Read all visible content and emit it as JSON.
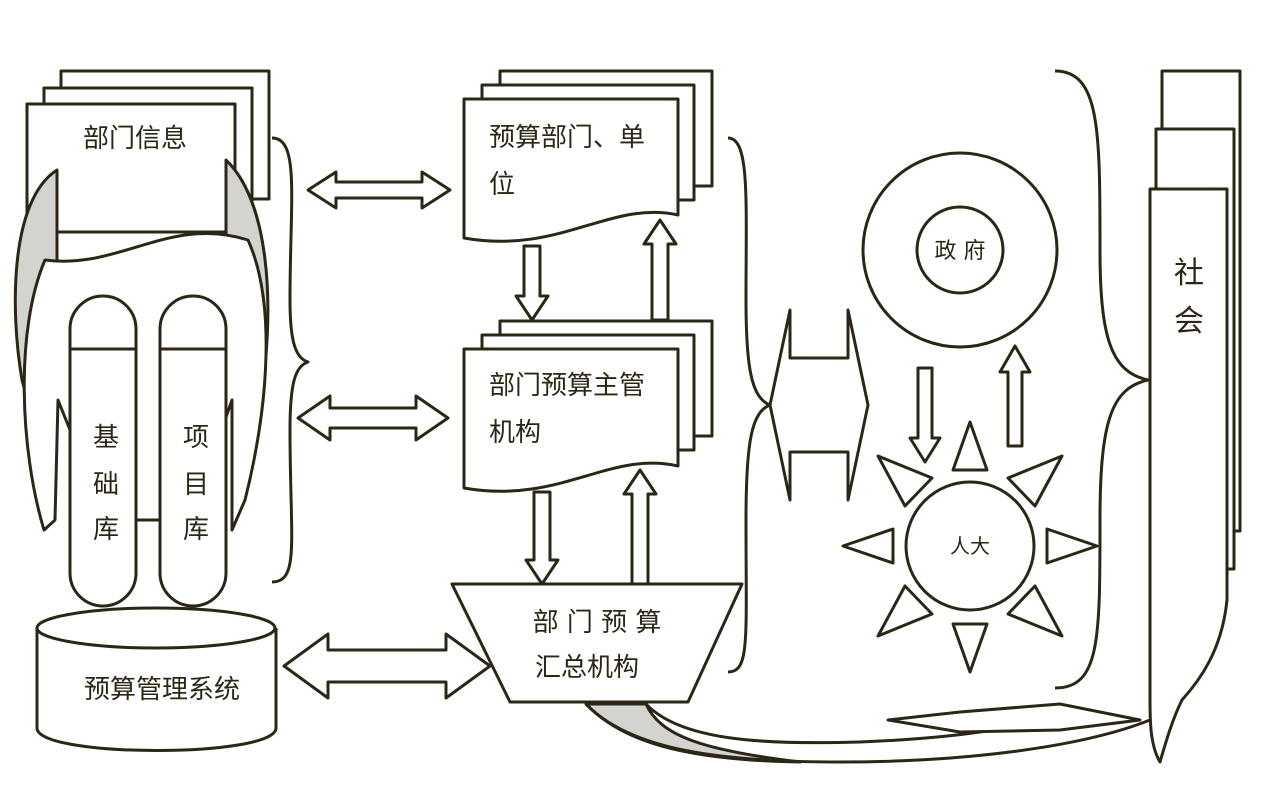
{
  "nodes": {
    "dept_info": "部门信息",
    "base_lib": [
      "基",
      "础",
      "库"
    ],
    "project_lib": [
      "项",
      "目",
      "库"
    ],
    "budget_system": "预算管理系统",
    "budget_unit": [
      "预算部门、单",
      "位"
    ],
    "dept_supervisor": [
      "部门预算主管",
      "机构"
    ],
    "summary_org": [
      "部 门 预 算",
      "汇总机构"
    ],
    "government": "政 府",
    "npc": "人大",
    "society": [
      "社",
      "会"
    ]
  },
  "colors": {
    "stroke": "#2b2616",
    "fill": "#ffffff",
    "shade": "#d3d3d0"
  }
}
